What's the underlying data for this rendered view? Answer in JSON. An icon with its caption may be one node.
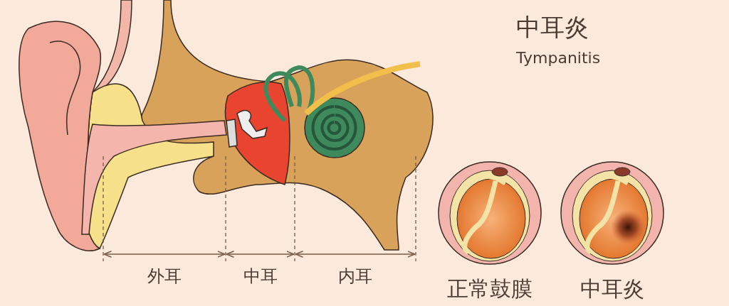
{
  "diagram": {
    "title": "中耳炎",
    "labels": [
      "Tympanitis",
      "外耳",
      "中耳",
      "内耳",
      "正常鼓膜",
      "中耳炎"
    ]
  }
}
